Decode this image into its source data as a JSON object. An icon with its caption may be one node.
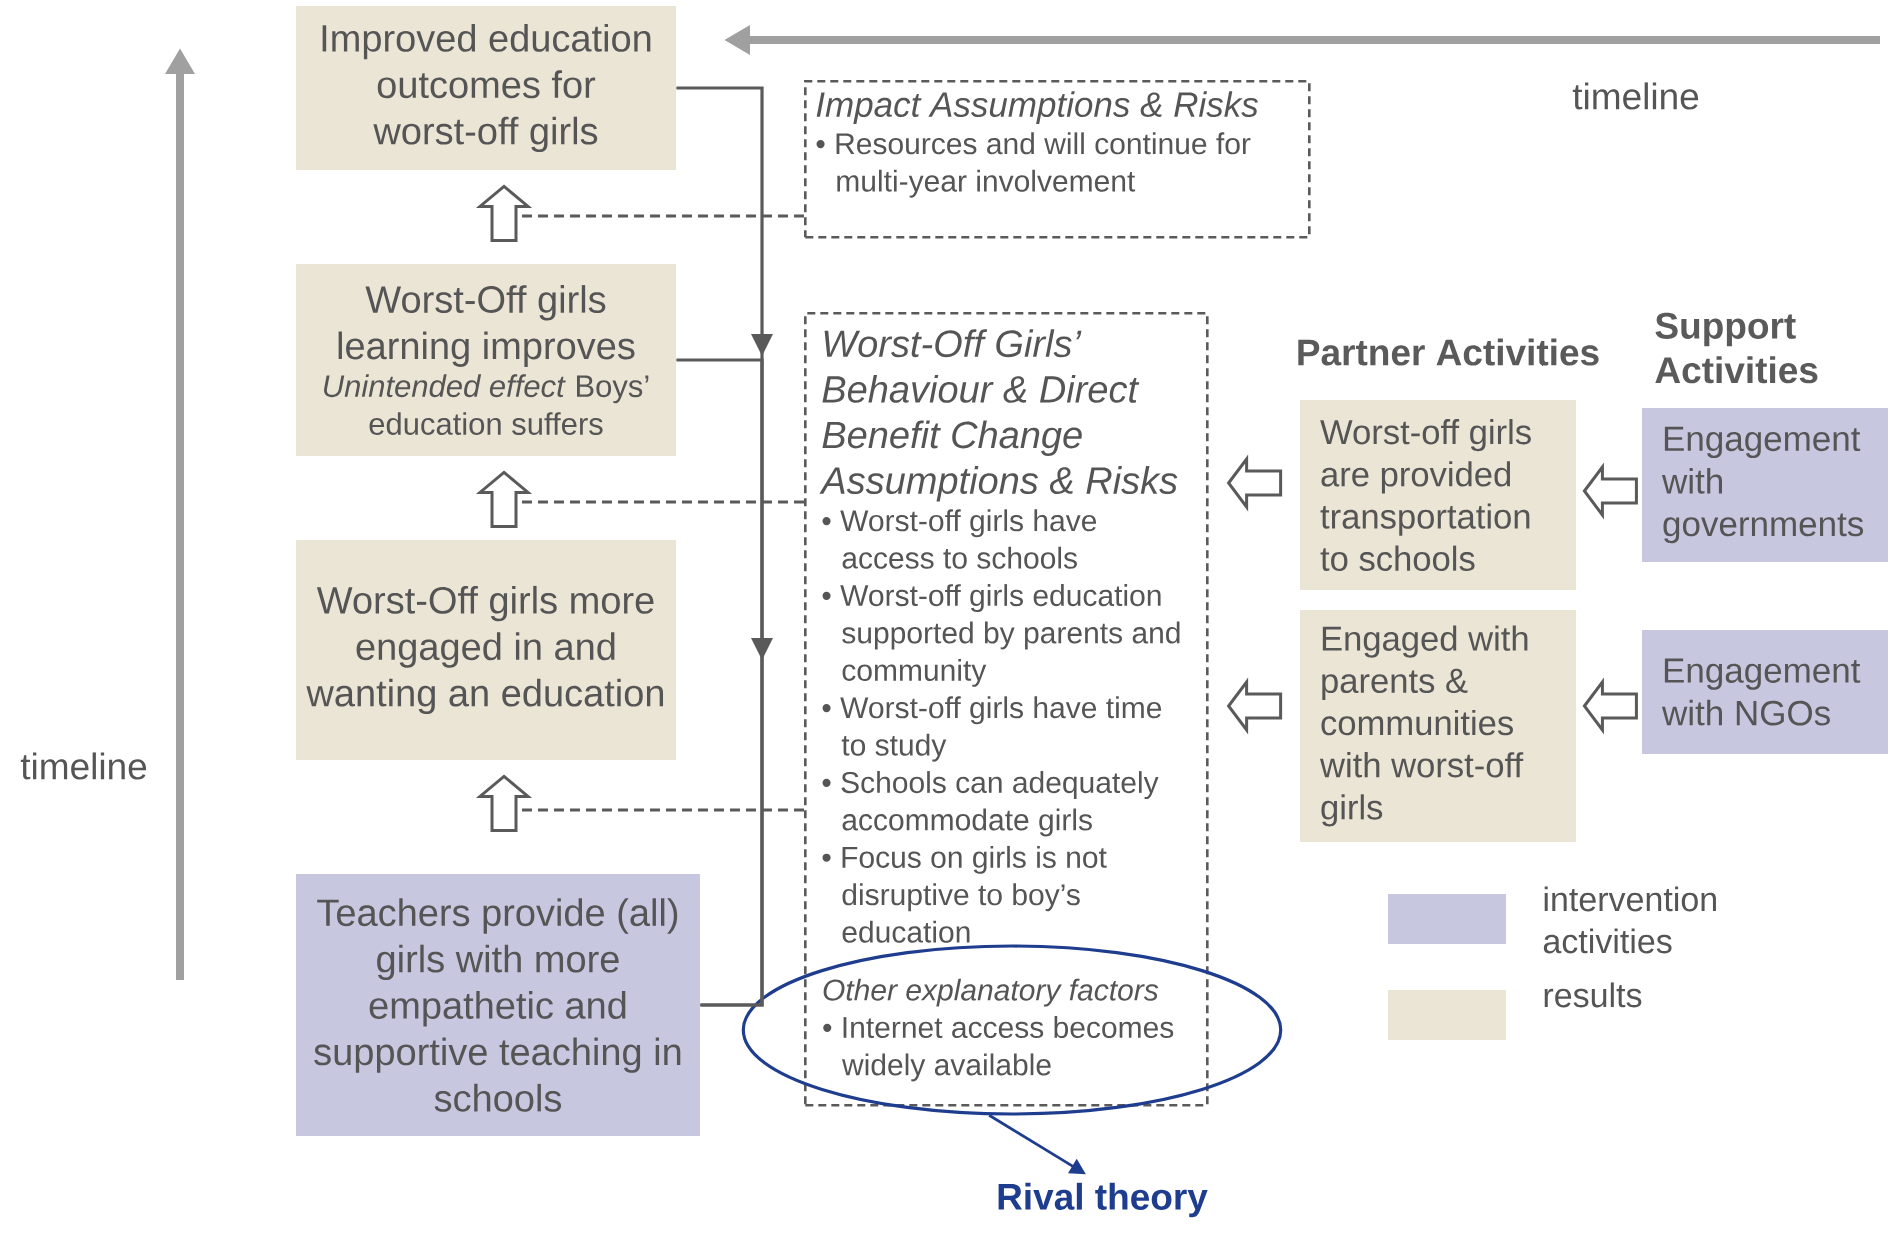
{
  "diagram": {
    "nodes": [
      {
        "text": [
          "Improved education outcomes for worst-off girls"
        ]
      },
      {
        "text": [
          "Worst-Off girls learning improves",
          "*Unintended effect* Boys’ education suffers"
        ]
      },
      {
        "text": [
          "Worst-Off girls more engaged in and wanting an education"
        ]
      },
      {
        "text": [
          "Teachers provide (all) girls with more empathetic and supportive teaching in schools"
        ]
      },
      {
        "text": [
          "Impact Assumptions & Risks",
          "• Resources and will continue for multi-year involvement"
        ]
      },
      {
        "text": [
          "Worst-Off Girls’ Behaviour & Direct Benefit Change Assumptions & Risks",
          "• Worst-off girls have access to schools",
          "• Worst-off girls education supported by parents and community",
          "• Worst-off girls have time to study",
          "• Schools can adequately accommodate girls",
          "• Focus on girls is not disruptive to boy’s education"
        ]
      },
      {
        "text": [
          "Other explanatory factors",
          "• Internet access becomes widely available"
        ]
      },
      {
        "text": [
          "Rival theory"
        ]
      },
      {
        "text": [
          "Worst-off girls are provided transportation to schools"
        ]
      },
      {
        "text": [
          "Engaged with parents & communities with worst-off girls"
        ]
      },
      {
        "text": [
          "Engagement with governments"
        ]
      },
      {
        "text": [
          "Engagement with NGOs"
        ]
      }
    ],
    "edges": [
      {
        "from": 1,
        "to": 0,
        "arrow": "to"
      },
      {
        "from": 2,
        "to": 1,
        "arrow": "to"
      },
      {
        "from": 3,
        "to": 2,
        "arrow": "to"
      },
      {
        "from": 0,
        "to": 3,
        "arrow": "to"
      },
      {
        "from": 1,
        "to": 3,
        "arrow": "to"
      },
      {
        "from": 4,
        "to": null,
        "arrow": "none",
        "style": "dashed"
      },
      {
        "from": 5,
        "to": null,
        "arrow": "none",
        "style": "dashed"
      },
      {
        "from": 5,
        "to": null,
        "arrow": "none",
        "style": "dashed"
      },
      {
        "from": 8,
        "to": 5,
        "arrow": "to"
      },
      {
        "from": 9,
        "to": 5,
        "arrow": "to"
      },
      {
        "from": 10,
        "to": 8,
        "arrow": "to"
      },
      {
        "from": 11,
        "to": 9,
        "arrow": "to"
      },
      {
        "from": 6,
        "to": 7,
        "arrow": "to",
        "color": "#1f3d8f"
      }
    ],
    "labels": [
      "timeline",
      "Partner Activities",
      "Support Activities",
      "timeline"
    ],
    "legend": [
      {
        "text": "intervention activities",
        "color": "#c8c7e0"
      },
      {
        "text": "results",
        "color": "#ebe5d6"
      }
    ]
  }
}
